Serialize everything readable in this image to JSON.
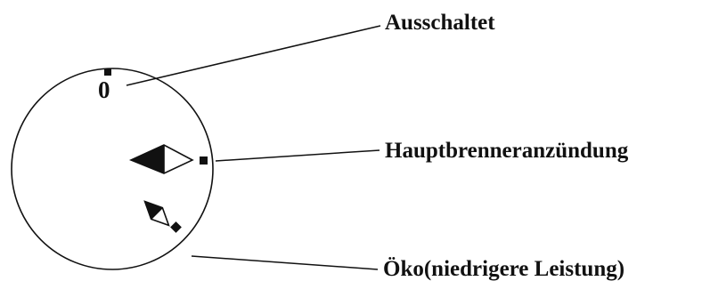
{
  "knob": {
    "off_symbol": "0"
  },
  "labels": {
    "off": "Ausschaltet",
    "main_burner_ignition": "Hauptbrenneranzündung",
    "eco": "Öko(niedrigere Leistung)"
  }
}
